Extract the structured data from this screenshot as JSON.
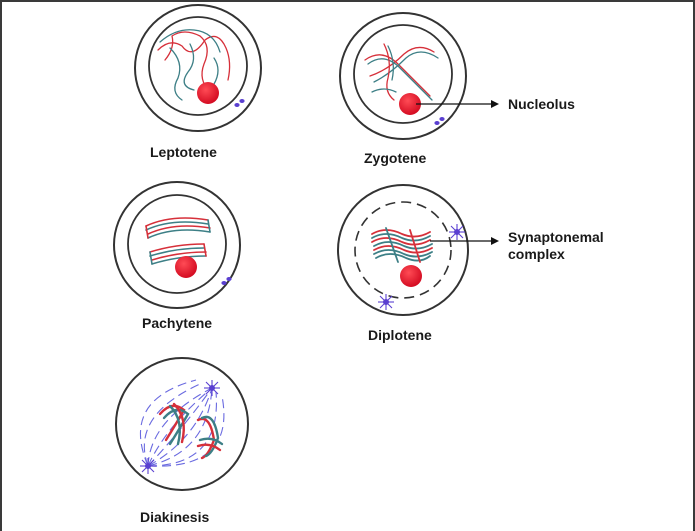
{
  "figure": {
    "stages": [
      {
        "id": "leptotene",
        "label": "Leptotene"
      },
      {
        "id": "zygotene",
        "label": "Zygotene"
      },
      {
        "id": "pachytene",
        "label": "Pachytene"
      },
      {
        "id": "diplotene",
        "label": "Diplotene"
      },
      {
        "id": "diakinesis",
        "label": "Diakinesis"
      }
    ],
    "callouts": {
      "nucleolus": "Nucleolus",
      "synaptonemal_line1": "Synaptonemal",
      "synaptonemal_line2": "complex"
    },
    "colors": {
      "red_chromatid": "#d6303a",
      "teal_chromatid": "#3d7f86",
      "nucleolus": "#e0142a",
      "centriole": "#5a3fd0",
      "spindle": "#6a6ae0",
      "outline": "#333333"
    }
  }
}
